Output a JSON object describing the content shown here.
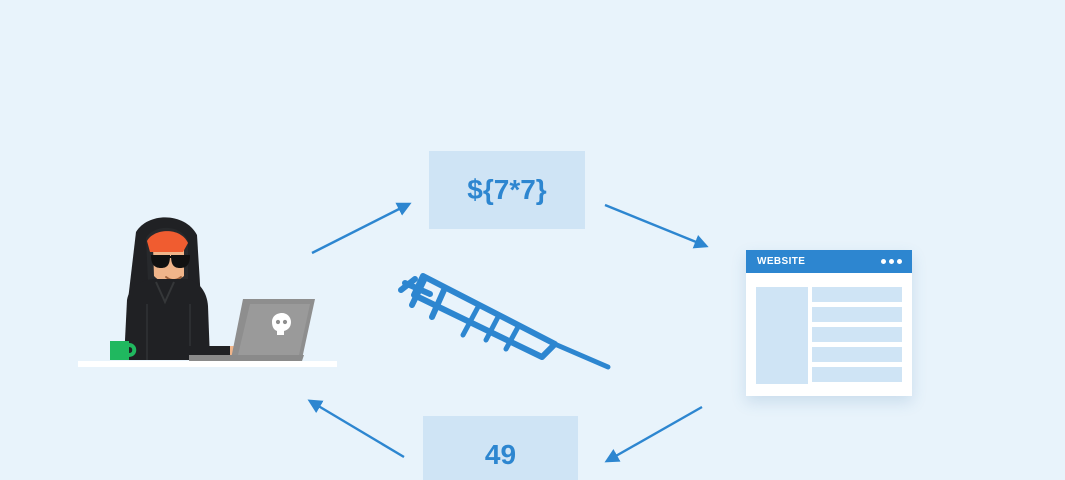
{
  "payload": {
    "input": "${7*7}",
    "output": "49"
  },
  "website": {
    "label": "WEBSITE"
  },
  "colors": {
    "background": "#e8f3fb",
    "accent": "#2d86d0",
    "box": "#cfe4f5",
    "hood": "#202124",
    "laptop": "#8e8e8e",
    "mug": "#20b85f"
  },
  "icons": {
    "attacker": "hacker-icon",
    "syringe": "syringe-icon",
    "website": "website-window-icon"
  }
}
